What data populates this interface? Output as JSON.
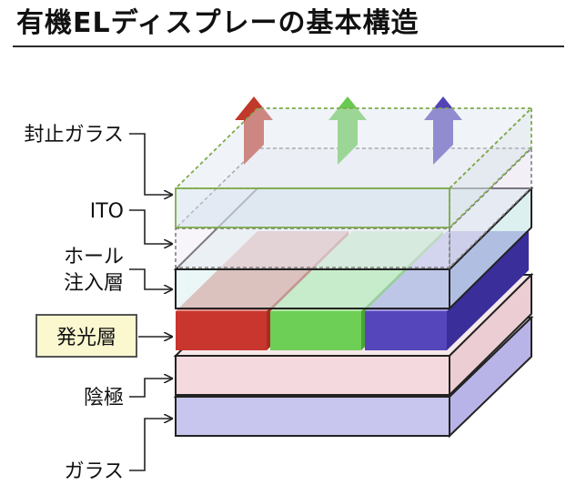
{
  "title": "有機ELディスプレーの基本構造",
  "labels": {
    "sealing_glass": "封止ガラス",
    "ito": "ITO",
    "hole_line1": "ホール",
    "hole_line2": "注入層",
    "emissive": "発光層",
    "cathode": "陰極",
    "glass": "ガラス"
  },
  "emission_colors": {
    "red": "#c0392b",
    "green": "#67c94e",
    "blue": "#5243b6"
  }
}
